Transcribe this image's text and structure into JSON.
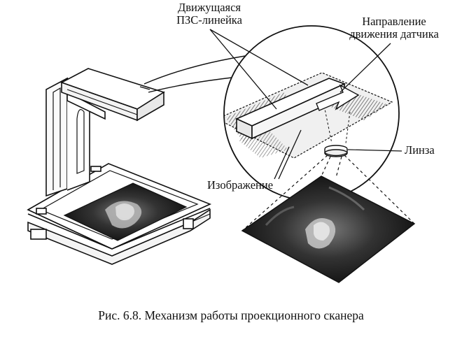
{
  "labels": {
    "ccd_line1": "Движущаяся",
    "ccd_line2": "ПЗС-линейка",
    "direction_line1": "Направление",
    "direction_line2": "движения датчика",
    "lens": "Линза",
    "image": "Изображение"
  },
  "caption": "Рис. 6.8. Механизм работы проекционного сканера"
}
